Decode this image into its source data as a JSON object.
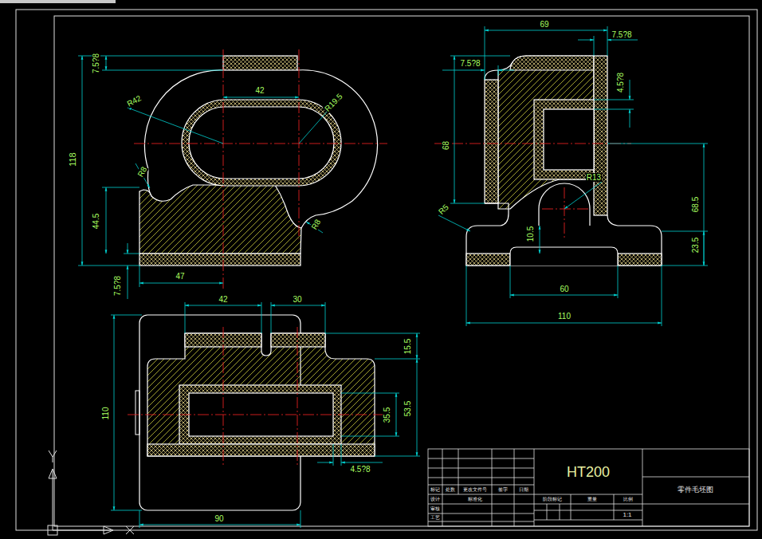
{
  "diagram": {
    "labels": [
      "118",
      "7.5?8",
      "R42",
      "42",
      "R19.5",
      "R8",
      "44.5",
      "R8",
      "7.5?8",
      "47",
      "69",
      "7.5?8",
      "7.5?8",
      "4.5?8",
      "68",
      "R13",
      "R5",
      "68.5",
      "10.5",
      "23.5",
      "60",
      "110",
      "42",
      "30",
      "110",
      "15.5",
      "53.5",
      "35.5",
      "4.5?8",
      "90",
      "HT200",
      "零件毛坯图",
      "1:1",
      "标记",
      "处数",
      "更改文件号",
      "签字",
      "日期",
      "设计",
      "标准化",
      "审核",
      "工艺",
      "阶段标记",
      "重量",
      "比例"
    ]
  }
}
